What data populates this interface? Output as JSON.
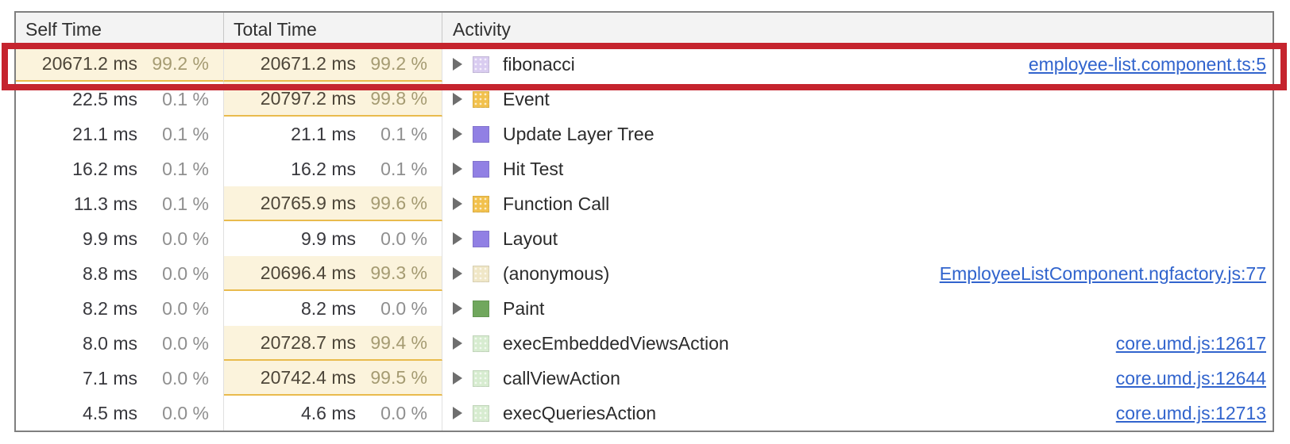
{
  "table": {
    "columns": [
      {
        "label": "Self Time"
      },
      {
        "label": "Total Time"
      },
      {
        "label": "Activity"
      }
    ],
    "rows": [
      {
        "self_ms": "20671.2 ms",
        "self_pct": "99.2 %",
        "self_highlight": true,
        "total_ms": "20671.2 ms",
        "total_pct": "99.2 %",
        "total_highlight": true,
        "activity": "fibonacci",
        "icon": "scripting-js-frame-icon",
        "icon_color": "#d9ccf0",
        "icon_pattern": true,
        "link": "employee-list.component.ts:5",
        "annotated": true
      },
      {
        "self_ms": "22.5 ms",
        "self_pct": "0.1 %",
        "self_highlight": false,
        "total_ms": "20797.2 ms",
        "total_pct": "99.8 %",
        "total_highlight": true,
        "activity": "Event",
        "icon": "scripting-event-icon",
        "icon_color": "#f2c14d",
        "icon_pattern": true,
        "link": "",
        "annotated": false
      },
      {
        "self_ms": "21.1 ms",
        "self_pct": "0.1 %",
        "self_highlight": false,
        "total_ms": "21.1 ms",
        "total_pct": "0.1 %",
        "total_highlight": false,
        "activity": "Update Layer Tree",
        "icon": "rendering-icon",
        "icon_color": "#9180e4",
        "icon_pattern": false,
        "link": "",
        "annotated": false
      },
      {
        "self_ms": "16.2 ms",
        "self_pct": "0.1 %",
        "self_highlight": false,
        "total_ms": "16.2 ms",
        "total_pct": "0.1 %",
        "total_highlight": false,
        "activity": "Hit Test",
        "icon": "rendering-icon",
        "icon_color": "#9180e4",
        "icon_pattern": false,
        "link": "",
        "annotated": false
      },
      {
        "self_ms": "11.3 ms",
        "self_pct": "0.1 %",
        "self_highlight": false,
        "total_ms": "20765.9 ms",
        "total_pct": "99.6 %",
        "total_highlight": true,
        "activity": "Function Call",
        "icon": "scripting-event-icon",
        "icon_color": "#f2c14d",
        "icon_pattern": true,
        "link": "",
        "annotated": false
      },
      {
        "self_ms": "9.9 ms",
        "self_pct": "0.0 %",
        "self_highlight": false,
        "total_ms": "9.9 ms",
        "total_pct": "0.0 %",
        "total_highlight": false,
        "activity": "Layout",
        "icon": "rendering-icon",
        "icon_color": "#9180e4",
        "icon_pattern": false,
        "link": "",
        "annotated": false
      },
      {
        "self_ms": "8.8 ms",
        "self_pct": "0.0 %",
        "self_highlight": false,
        "total_ms": "20696.4 ms",
        "total_pct": "99.3 %",
        "total_highlight": true,
        "activity": "(anonymous)",
        "icon": "scripting-anonymous-icon",
        "icon_color": "#f0e7c7",
        "icon_pattern": true,
        "link": "EmployeeListComponent.ngfactory.js:77",
        "annotated": false
      },
      {
        "self_ms": "8.2 ms",
        "self_pct": "0.0 %",
        "self_highlight": false,
        "total_ms": "8.2 ms",
        "total_pct": "0.0 %",
        "total_highlight": false,
        "activity": "Paint",
        "icon": "painting-icon",
        "icon_color": "#70a75d",
        "icon_pattern": false,
        "link": "",
        "annotated": false
      },
      {
        "self_ms": "8.0 ms",
        "self_pct": "0.0 %",
        "self_highlight": false,
        "total_ms": "20728.7 ms",
        "total_pct": "99.4 %",
        "total_highlight": true,
        "activity": "execEmbeddedViewsAction",
        "icon": "scripting-js-frame-icon",
        "icon_color": "#d7ecd0",
        "icon_pattern": true,
        "link": "core.umd.js:12617",
        "annotated": false
      },
      {
        "self_ms": "7.1 ms",
        "self_pct": "0.0 %",
        "self_highlight": false,
        "total_ms": "20742.4 ms",
        "total_pct": "99.5 %",
        "total_highlight": true,
        "activity": "callViewAction",
        "icon": "scripting-js-frame-icon",
        "icon_color": "#d7ecd0",
        "icon_pattern": true,
        "link": "core.umd.js:12644",
        "annotated": false
      },
      {
        "self_ms": "4.5 ms",
        "self_pct": "0.0 %",
        "self_highlight": false,
        "total_ms": "4.6 ms",
        "total_pct": "0.0 %",
        "total_highlight": false,
        "activity": "execQueriesAction",
        "icon": "scripting-js-frame-icon",
        "icon_color": "#d7ecd0",
        "icon_pattern": true,
        "link": "core.umd.js:12713",
        "annotated": false
      }
    ]
  },
  "annotation": {
    "type": "red-highlight-box",
    "target_row": "fibonacci",
    "color": "#c5242e"
  },
  "colors": {
    "highlight_cell_bg": "#fbf3dc",
    "highlight_cell_underline": "#e9bb4d",
    "header_bg": "#f3f3f3",
    "link_blue": "#3164cd",
    "pct_gray": "#8f8f8f"
  }
}
